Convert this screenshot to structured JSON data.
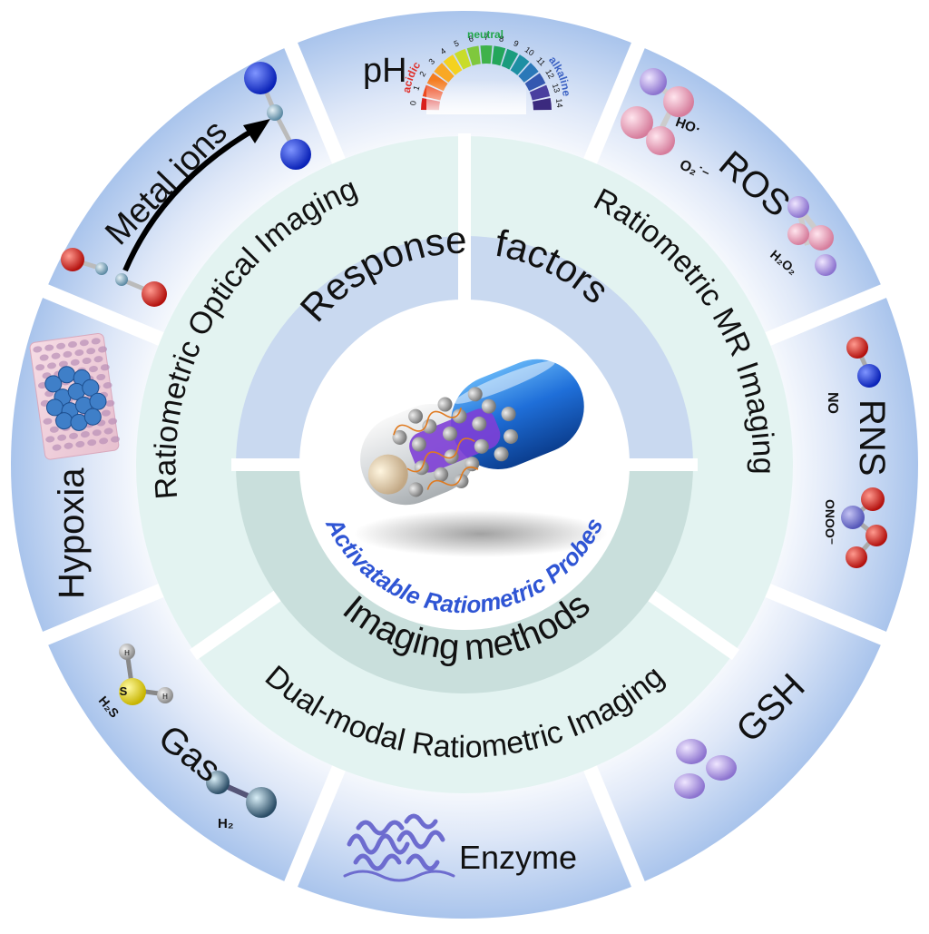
{
  "center": {
    "title": "Activatable Ratiometric Probes",
    "upper_label_left": "Response",
    "upper_label_right": "factors",
    "lower_label_left": "Imaging",
    "lower_label_right": "methods"
  },
  "methods": {
    "optical": "Ratiometric Optical Imaging",
    "mr": "Ratiometric MR Imaging",
    "dual": "Dual-modal Ratiometric Imaging"
  },
  "factors": {
    "ph": "pH",
    "ros": "ROS",
    "rns": "RNS",
    "gsh": "GSH",
    "enzyme": "Enzyme",
    "gas": "Gas",
    "hypoxia": "Hypoxia",
    "metal_ions": "Metal ions"
  },
  "ph_scale": {
    "acidic": "acidic",
    "neutral": "neutral",
    "alkaline": "alkaline",
    "numbers": [
      "0",
      "1",
      "2",
      "3",
      "4",
      "5",
      "6",
      "7",
      "8",
      "9",
      "10",
      "11",
      "12",
      "13",
      "14"
    ]
  },
  "species_labels": {
    "oh": "·OH",
    "o2": "O₂˙⁻",
    "h2o2": "H₂O₂",
    "no": "NO",
    "onoo": "ONOO⁻",
    "h2s": "H₂S",
    "h2": "H₂",
    "s": "S",
    "h": "H"
  },
  "colors": {
    "outer_ring": "#a9c4ec",
    "mid_ring": "#e3f3f1",
    "inner_upper": "#c9d9f0",
    "inner_lower": "#c9dfdc",
    "title_blue": "#2f55d4",
    "neutral_green": "#21a64a",
    "acidic_red": "#e0302a",
    "alkaline_blue": "#3d63c4"
  },
  "icons": {
    "ros": "ros-molecules-icon",
    "rns": "rns-molecules-icon",
    "gsh": "gsh-spheres-icon",
    "enzyme": "enzyme-protein-icon",
    "gas": "gas-molecules-icon",
    "hypoxia": "hypoxia-tissue-icon",
    "metal_ions": "metal-ion-complex-icon",
    "capsule": "capsule-probe-icon"
  }
}
